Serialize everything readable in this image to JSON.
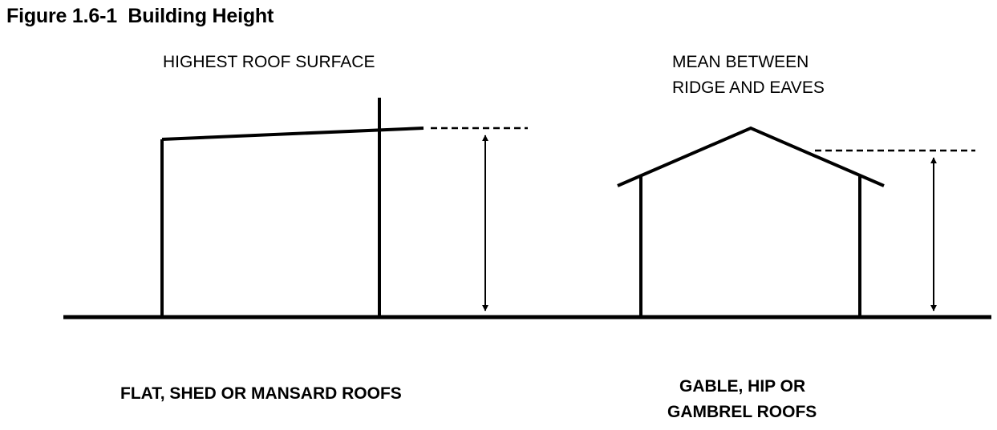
{
  "figure": {
    "title": "Figure 1.6-1  Building Height"
  },
  "flat_roof_building": {
    "top_label": "HIGHEST ROOF SURFACE",
    "caption": "FLAT, SHED OR MANSARD ROOFS"
  },
  "gable_roof_building": {
    "top_label_line1": "MEAN BETWEEN",
    "top_label_line2": "RIDGE AND EAVES",
    "caption_line1": "GABLE, HIP OR",
    "caption_line2": "GAMBREL ROOFS"
  },
  "colors": {
    "line": "#000000",
    "background": "#ffffff"
  }
}
